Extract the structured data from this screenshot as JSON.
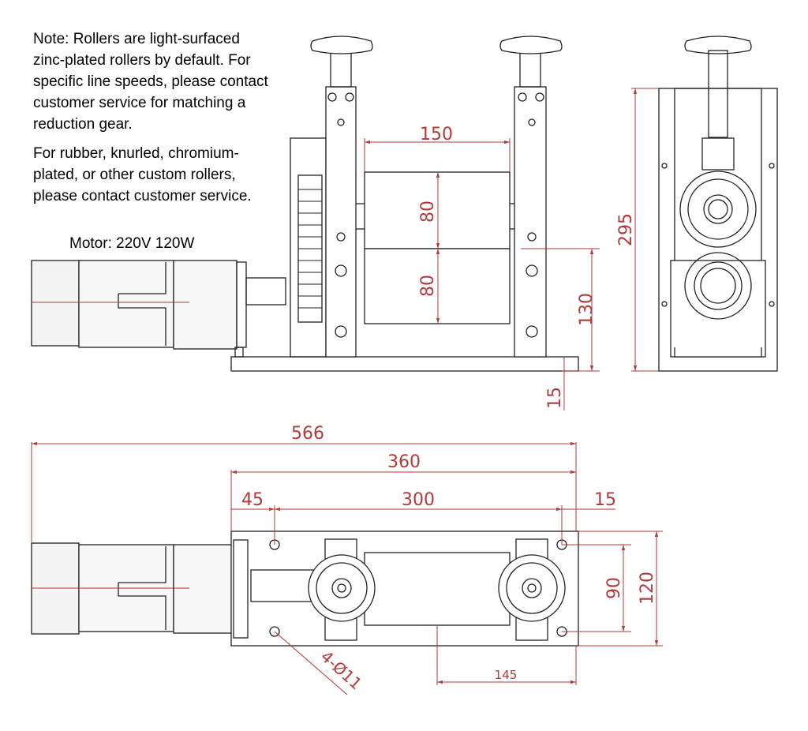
{
  "note": {
    "line1": "Note: Rollers are light-surfaced",
    "line2": "zinc-plated rollers by default. For",
    "line3": "specific line speeds, please contact",
    "line4": "customer service for matching a",
    "line5": "reduction gear.",
    "line6": "For rubber, knurled, chromium-",
    "line7": "plated, or other custom rollers,",
    "line8": "please contact customer service."
  },
  "motor_label": "Motor: 220V  120W",
  "dimensions": {
    "roller_width": "150",
    "roller_upper": "80",
    "roller_lower": "80",
    "axis_height": "130",
    "base_thickness": "15",
    "side_height": "295",
    "overall_length": "566",
    "frame_length": "360",
    "offset_left": "45",
    "hole_spacing": "300",
    "offset_right": "15",
    "hole_width": "90",
    "frame_width": "120",
    "roller_offset": "145",
    "holes": "4-Ø11"
  },
  "colors": {
    "line": "#222222",
    "dimension": "#b23a3a"
  }
}
